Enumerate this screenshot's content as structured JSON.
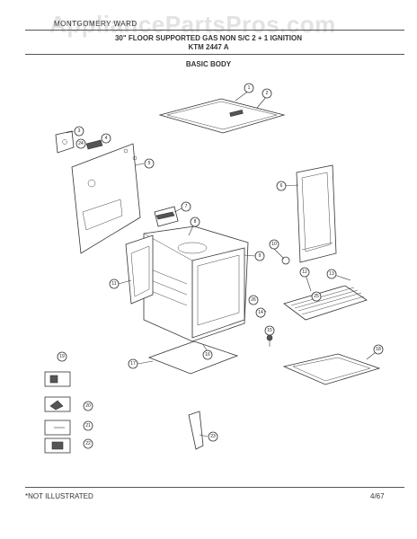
{
  "header": {
    "brand": "MONTGOMERY WARD",
    "title": "30\" FLOOR SUPPORTED GAS NON S/C 2 + 1 IGNITION",
    "model": "KTM 2447 A"
  },
  "section": "BASIC BODY",
  "watermark": "AppliancePartsPros.com",
  "footer": {
    "note": "*NOT ILLUSTRATED",
    "date": "4/67"
  },
  "callouts": {
    "c1": "1",
    "c2": "2",
    "c3": "3",
    "c4": "4",
    "c5": "5",
    "c6": "6",
    "c7": "7",
    "c8": "8",
    "c9": "9",
    "c10": "10",
    "c11": "11",
    "c12": "12",
    "c13": "13",
    "c14": "14",
    "c15": "15",
    "c16": "16",
    "c17": "17",
    "c18": "18",
    "c19": "19",
    "c20": "20",
    "c21": "21",
    "c22": "22",
    "c23": "23",
    "c24": "24",
    "c25": "25",
    "c26": "26"
  }
}
